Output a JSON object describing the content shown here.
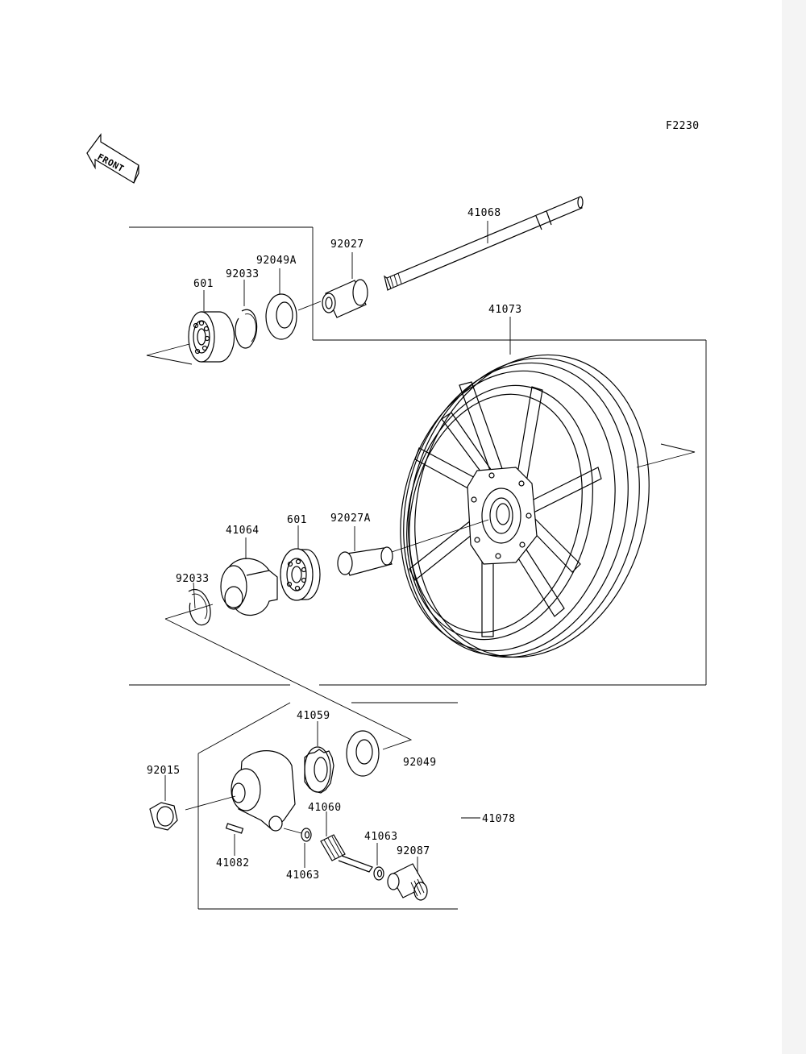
{
  "figure_code": "F2230",
  "front_marker": "FRONT",
  "part_labels": {
    "axle": "41068",
    "collar_top": "92027",
    "seal_top": "92049A",
    "circlip_top": "92033",
    "bearing_top": "601",
    "wheel": "41073",
    "collar_bottom": "92027A",
    "bearing_mid": "601",
    "hub_cover": "41064",
    "circlip_mid": "92033",
    "gear_ring": "41059",
    "seal_bottom": "92049",
    "nut": "92015",
    "gearbox_assy": "41078",
    "pinion": "41060",
    "washer_right": "41063",
    "washer_left": "41063",
    "bushing": "92087",
    "pin": "41082"
  }
}
